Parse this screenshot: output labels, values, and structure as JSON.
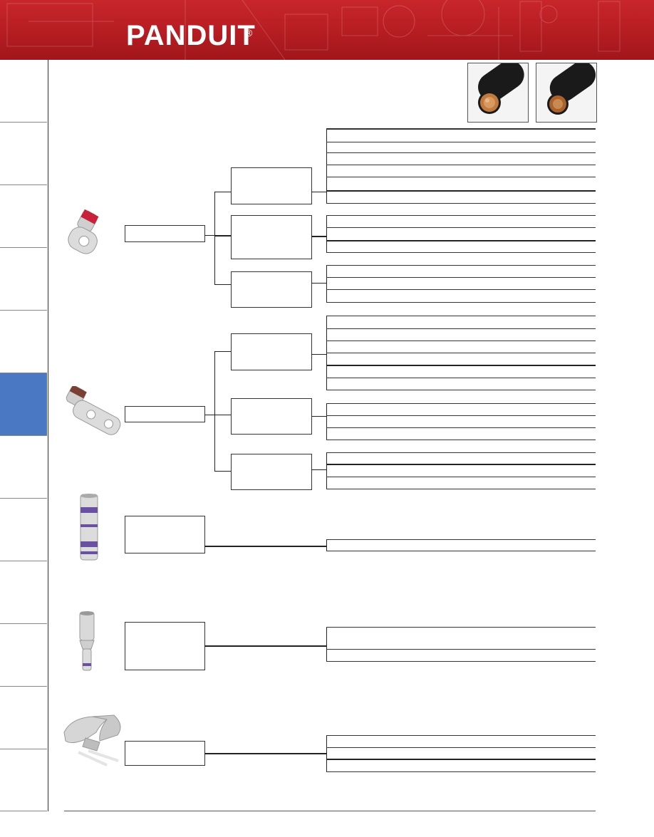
{
  "brand": {
    "name": "PANDUIT",
    "registered_mark": "®"
  },
  "colors": {
    "banner_red": "#b51d22",
    "active_tab_blue": "#4a78c2"
  },
  "sidebar": {
    "active_tab_index": 5,
    "tab_count": 12
  },
  "product_images": [
    "one-hole-lug-icon",
    "two-hole-lug-icon",
    "splice-icon",
    "reducer-icon",
    "c-tap-icon"
  ],
  "cable_images": [
    "copper-cable-flexible",
    "copper-cable-standard"
  ]
}
